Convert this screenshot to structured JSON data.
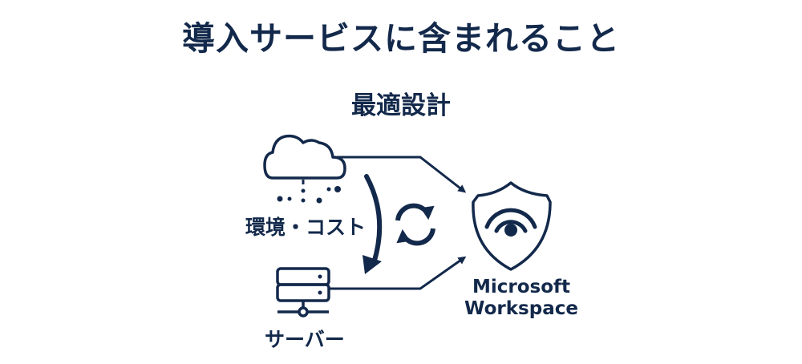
{
  "title": "導入サービスに含まれること",
  "subtitle": "最適設計",
  "nodes": {
    "environment": {
      "label": "環境・コスト",
      "icon": "cloud-icon"
    },
    "server": {
      "label": "サーバー",
      "icon": "server-icon"
    },
    "target": {
      "label_line1": "Microsoft",
      "label_line2": "Workspace",
      "icon": "shield-wifi-icon"
    }
  },
  "center_icon": "sync-icon",
  "colors": {
    "primary": "#13294b",
    "background": "#ffffff"
  }
}
